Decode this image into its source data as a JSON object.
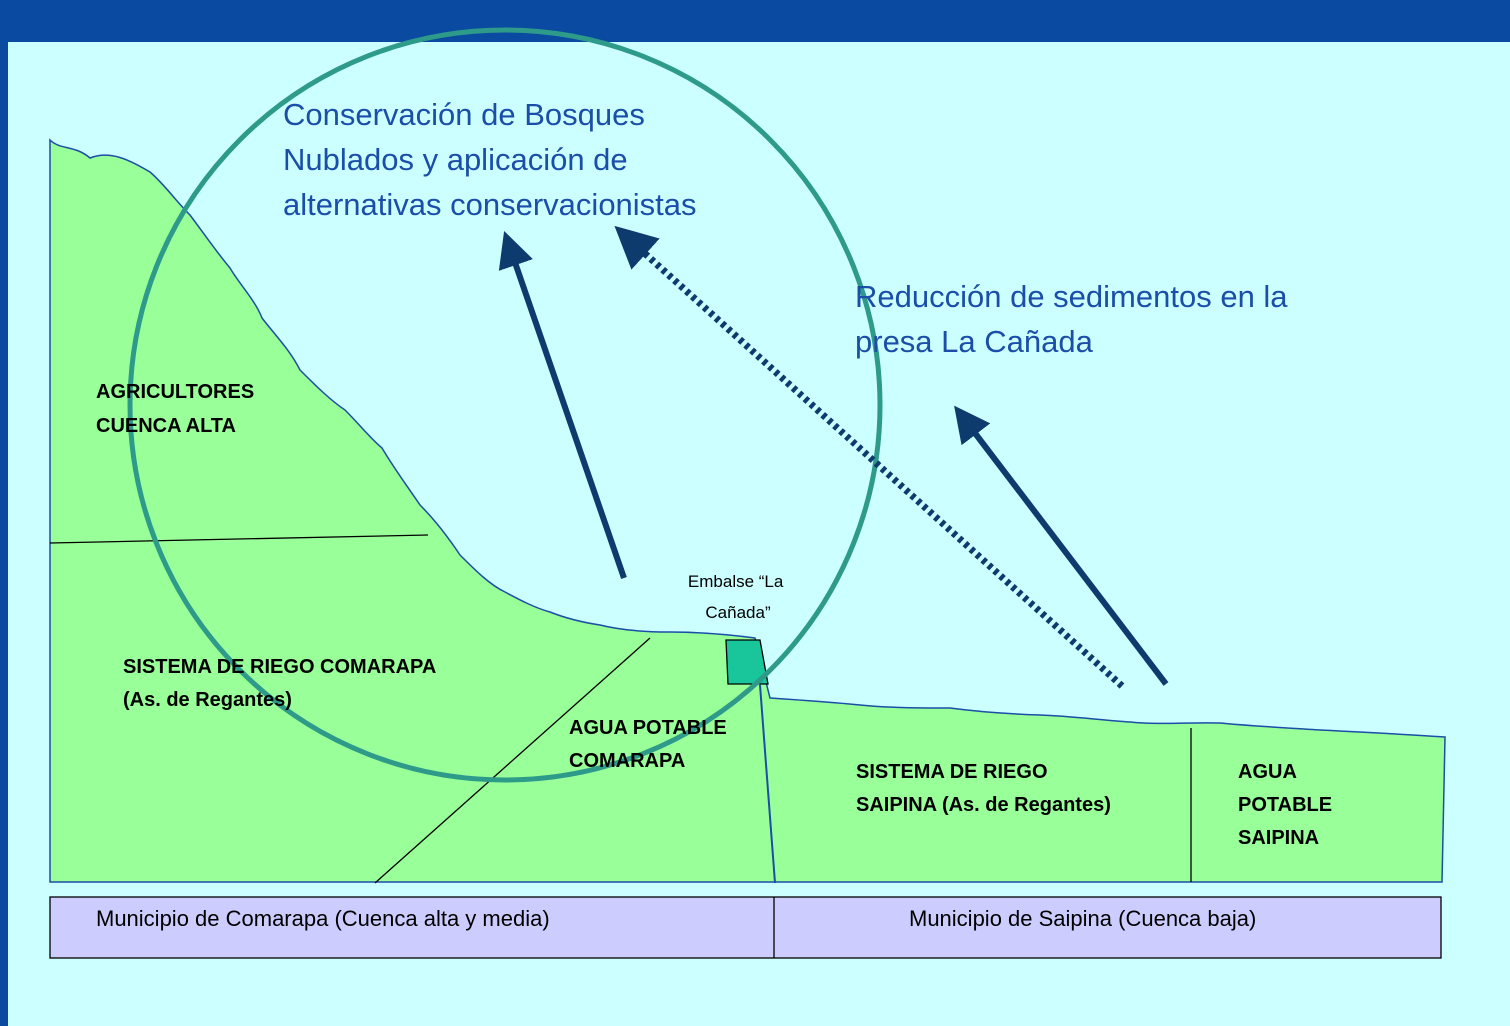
{
  "colors": {
    "frame": "#0a4aa0",
    "slide_bg": "#ccffff",
    "land": "#99ff99",
    "circle": "#2e9a8a",
    "arrow": "#0d3b6e",
    "text_blue": "#1a4ea8",
    "dam": "#19c59a",
    "municipio_box": "#ccccff"
  },
  "headline": {
    "lines": [
      "Conservación de Bosques",
      "Nublados y aplicación de",
      "alternativas conservacionistas"
    ]
  },
  "reduction": {
    "lines": [
      "Reducción de sedimentos en la",
      "presa La Cañada"
    ]
  },
  "zones": {
    "agricultores": [
      "AGRICULTORES",
      "CUENCA ALTA"
    ],
    "riego_comarapa": [
      "SISTEMA DE RIEGO COMARAPA",
      "(As. de Regantes)"
    ],
    "agua_comarapa": [
      "AGUA POTABLE",
      "COMARAPA"
    ],
    "riego_saipina": [
      "SISTEMA DE RIEGO",
      "SAIPINA (As. de Regantes)"
    ],
    "agua_saipina": [
      "AGUA",
      "POTABLE",
      "SAIPINA"
    ]
  },
  "embalse": {
    "lines": [
      "Embalse “La",
      "Cañada”"
    ]
  },
  "municipios": {
    "comarapa": "Municipio de Comarapa (Cuenca alta y media)",
    "saipina": "Municipio de Saipina (Cuenca baja)"
  }
}
